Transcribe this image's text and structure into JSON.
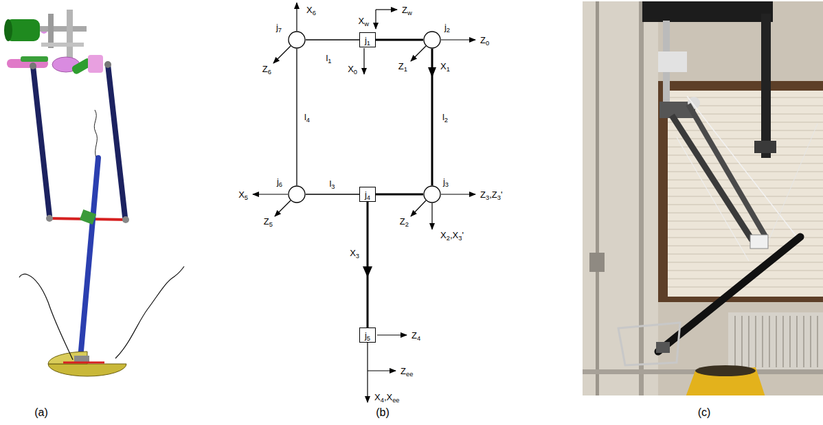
{
  "diagram": {
    "nodes": [
      {
        "text": [
          "j7"
        ]
      },
      {
        "text": [
          "j1"
        ]
      },
      {
        "text": [
          "j2"
        ]
      },
      {
        "text": [
          "j6"
        ]
      },
      {
        "text": [
          "j4"
        ]
      },
      {
        "text": [
          "j3"
        ]
      },
      {
        "text": [
          "j5"
        ]
      }
    ],
    "edges": [
      {
        "from": 0,
        "to": 1,
        "arrow": "none",
        "label": "l1"
      },
      {
        "from": 1,
        "to": 2,
        "arrow": "none"
      },
      {
        "from": 2,
        "to": 5,
        "arrow": "none",
        "label": "l2"
      },
      {
        "from": 5,
        "to": 4,
        "arrow": "none"
      },
      {
        "from": 4,
        "to": 3,
        "arrow": "none",
        "label": "l3"
      },
      {
        "from": 3,
        "to": 0,
        "arrow": "none",
        "label": "l4"
      },
      {
        "from": 4,
        "to": 6,
        "arrow": "none"
      }
    ],
    "labels": [
      "X6",
      "Xw",
      "Zw",
      "X0",
      "Z0",
      "Z6",
      "Z1",
      "X1",
      "X5",
      "Z5",
      "Z2",
      "Z3,Z3'",
      "X2,X3'",
      "X3",
      "Z4",
      "Zee",
      "X4,Xee",
      "(a)",
      "(b)",
      "(c)"
    ]
  }
}
